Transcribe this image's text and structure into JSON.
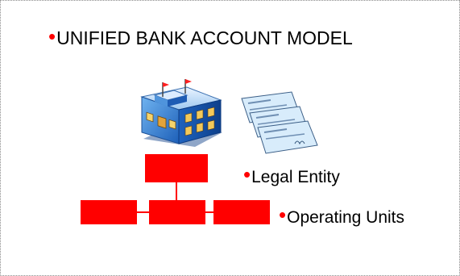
{
  "title": "UNIFIED BANK ACCOUNT MODEL",
  "labels": {
    "legal_entity": "Legal Entity",
    "operating_units": "Operating Units"
  },
  "bullet": "•",
  "icons": {
    "bank": "bank-building-icon",
    "cheques": "cheques-icon"
  },
  "colors": {
    "accent": "#ff0000",
    "border": "#8a8a8a",
    "text": "#000000",
    "building": "#2f7bd6",
    "cheque": "#d8ecfb"
  }
}
